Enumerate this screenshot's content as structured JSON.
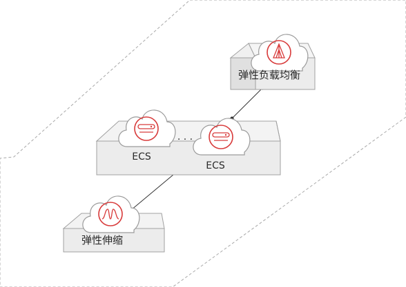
{
  "nodes": {
    "elb": {
      "label": "弹性负载均衡",
      "icon": "load-balancer-icon"
    },
    "ecs_left": {
      "label": "ECS",
      "icon": "server-icon"
    },
    "ecs_right": {
      "label": "ECS",
      "icon": "server-icon"
    },
    "ellipsis": "· · ·",
    "as": {
      "label": "弹性伸缩",
      "icon": "auto-scaling-icon"
    }
  },
  "colors": {
    "accent": "#d83a3a",
    "cloud_fill": "#ffffff",
    "cloud_stroke": "#9a9a9a",
    "platform_top": "#f3f3f3",
    "platform_side": "#e2e2e2",
    "platform_stroke": "#9e9e9e",
    "connector": "#333333",
    "dashed_region": "#a8a8a8"
  }
}
